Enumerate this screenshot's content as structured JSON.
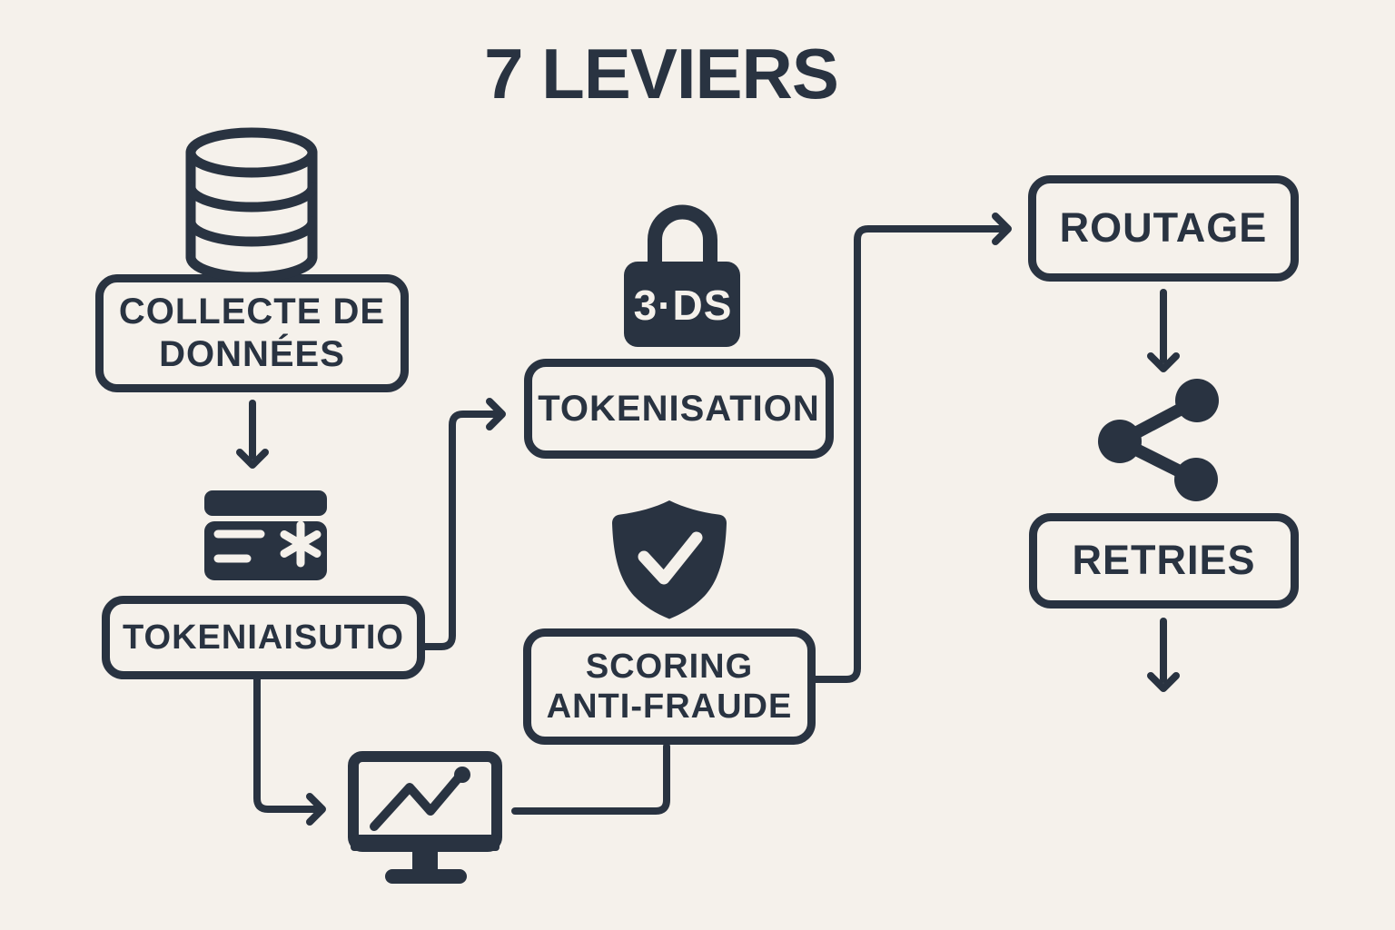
{
  "title": "7 LEVIERS",
  "colors": {
    "background": "#F5F1EB",
    "ink": "#293341"
  },
  "flow": {
    "left_column": {
      "database_icon": "database-icon",
      "collecte": "COLLECTE DE\nDONNÉES",
      "card_icon": "credit-card-icon",
      "tokeniaisutio": "TOKENIAISUTIO"
    },
    "middle_column": {
      "lock_icon": "lock-3ds-icon",
      "lock_label": "3·DS",
      "tokenisation": "TOKENISATION",
      "shield_icon": "shield-check-icon",
      "scoring": "SCORING\nANTI-FRAUDE",
      "monitor_icon": "monitor-chart-icon"
    },
    "right_column": {
      "routage": "ROUTAGE",
      "share_icon": "share-icon",
      "retries": "RETRIES"
    }
  }
}
